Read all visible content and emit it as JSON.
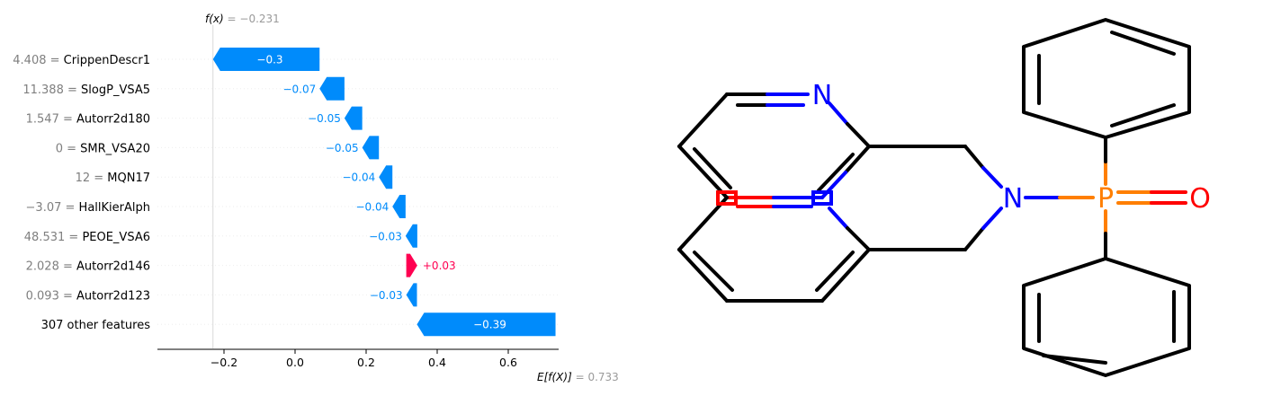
{
  "chart_data": {
    "type": "bar",
    "subtype": "shap-waterfall",
    "fx_label": "f(x)",
    "fx_value": "−0.231",
    "base_label": "E[f(X)]",
    "base_value": "0.733",
    "fx_numeric": -0.231,
    "base_numeric": 0.733,
    "xlim": [
      -0.38,
      0.735
    ],
    "xticks": [
      {
        "v": -0.2,
        "label": "−0.2"
      },
      {
        "v": 0.0,
        "label": "0.0"
      },
      {
        "v": 0.2,
        "label": "0.2"
      },
      {
        "v": 0.4,
        "label": "0.4"
      },
      {
        "v": 0.6,
        "label": "0.6"
      }
    ],
    "colors": {
      "negative": "#008bfb",
      "positive": "#ff0051",
      "axis": "#000000",
      "value_text": "#7f7f7f"
    },
    "features": [
      {
        "value": "4.408",
        "name": "CrippenDescr1",
        "start": 0.069,
        "end": -0.231,
        "label": "−0.3"
      },
      {
        "value": "11.388",
        "name": "SlogP_VSA5",
        "start": 0.139,
        "end": 0.069,
        "label": "−0.07"
      },
      {
        "value": "1.547",
        "name": "Autorr2d180",
        "start": 0.189,
        "end": 0.139,
        "label": "−0.05"
      },
      {
        "value": "0",
        "name": "SMR_VSA20",
        "start": 0.236,
        "end": 0.189,
        "label": "−0.05"
      },
      {
        "value": "12",
        "name": "MQN17",
        "start": 0.274,
        "end": 0.236,
        "label": "−0.04"
      },
      {
        "value": "−3.07",
        "name": "HallKierAlph",
        "start": 0.311,
        "end": 0.274,
        "label": "−0.04"
      },
      {
        "value": "48.531",
        "name": "PEOE_VSA6",
        "start": 0.344,
        "end": 0.311,
        "label": "−0.03"
      },
      {
        "value": "2.028",
        "name": "Autorr2d146",
        "start": 0.313,
        "end": 0.344,
        "label": "+0.03"
      },
      {
        "value": "0.093",
        "name": "Autorr2d123",
        "start": 0.343,
        "end": 0.313,
        "label": "−0.03"
      },
      {
        "value": "",
        "name": "307 other features",
        "start": 0.733,
        "end": 0.343,
        "label": "−0.39"
      }
    ]
  },
  "molecule": {
    "atoms": {
      "n_pyridine": "N",
      "n_amine": "N",
      "p": "P",
      "o_oxide": "O"
    },
    "colors": {
      "bond": "#000000",
      "nitrogen": "#0000ff",
      "phosphorus": "#ff7f00",
      "oxygen": "#ff0000"
    }
  }
}
